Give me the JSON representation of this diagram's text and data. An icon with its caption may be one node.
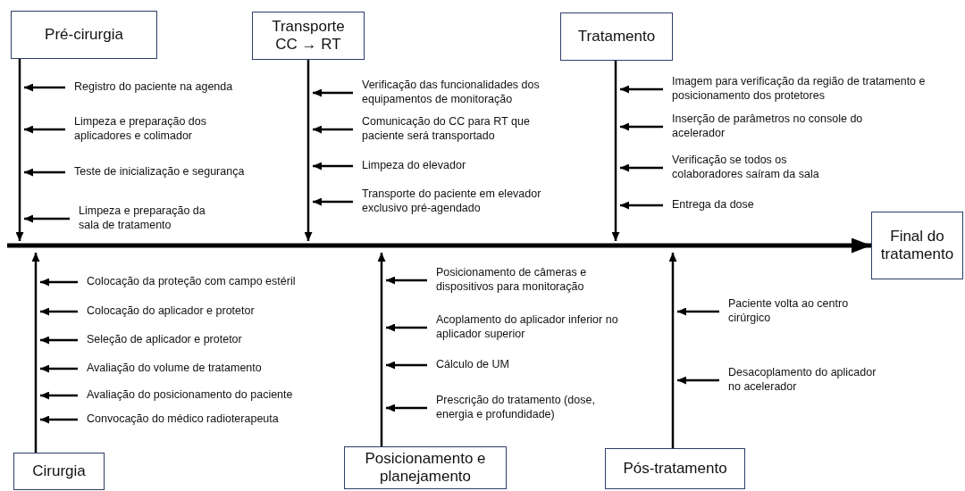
{
  "diagram": {
    "nodes": [
      {
        "text": [
          "Pré-cirurgia"
        ]
      },
      {
        "text": [
          "Transporte CC → RT"
        ]
      },
      {
        "text": [
          "Tratamento"
        ]
      },
      {
        "text": [
          "Final do tratamento"
        ]
      },
      {
        "text": [
          "Cirurgia"
        ]
      },
      {
        "text": [
          "Posicionamento e planejamento"
        ]
      },
      {
        "text": [
          "Pós-tratamento"
        ]
      },
      {
        "text": [
          "Registro do paciente na agenda"
        ]
      },
      {
        "text": [
          "Limpeza e preparação dos aplicadores e colimador"
        ]
      },
      {
        "text": [
          "Teste de inicialização e segurança"
        ]
      },
      {
        "text": [
          "Limpeza e preparação da sala de tratamento"
        ]
      },
      {
        "text": [
          "Verificação das funcionalidades dos equipamentos de monitoração"
        ]
      },
      {
        "text": [
          "Comunicação do CC para RT que paciente será transportado"
        ]
      },
      {
        "text": [
          "Limpeza do elevador"
        ]
      },
      {
        "text": [
          "Transporte do paciente em elevador exclusivo pré-agendado"
        ]
      },
      {
        "text": [
          "Imagem para verificação da região de tratamento e posicionamento dos protetores"
        ]
      },
      {
        "text": [
          "Inserção de parâmetros no console do acelerador"
        ]
      },
      {
        "text": [
          "Verificação se todos os colaboradores saíram da sala"
        ]
      },
      {
        "text": [
          "Entrega da dose"
        ]
      },
      {
        "text": [
          "Colocação da proteção com campo estéril"
        ]
      },
      {
        "text": [
          "Colocação do aplicador e protetor"
        ]
      },
      {
        "text": [
          "Seleção de aplicador e protetor"
        ]
      },
      {
        "text": [
          "Avaliação do volume de tratamento"
        ]
      },
      {
        "text": [
          "Avaliação do posicionamento do paciente"
        ]
      },
      {
        "text": [
          "Convocação do médico radioterapeuta"
        ]
      },
      {
        "text": [
          "Posicionamento de câmeras e dispositivos para monitoração"
        ]
      },
      {
        "text": [
          "Acoplamento do aplicador inferior no aplicador superior"
        ]
      },
      {
        "text": [
          "Cálculo de UM"
        ]
      },
      {
        "text": [
          "Prescrição do tratamento (dose, energia e profundidade)"
        ]
      },
      {
        "text": [
          "Paciente volta ao centro cirúrgico"
        ]
      },
      {
        "text": [
          "Desacoplamento do aplicador no acelerador"
        ]
      }
    ],
    "edges": [
      {
        "from": null,
        "to": 3,
        "arrow": "to",
        "style": "thick"
      },
      {
        "from": 0,
        "to": null,
        "arrow": "to"
      },
      {
        "from": 1,
        "to": null,
        "arrow": "to"
      },
      {
        "from": 2,
        "to": null,
        "arrow": "to"
      },
      {
        "from": 4,
        "to": null,
        "arrow": "to"
      },
      {
        "from": 5,
        "to": null,
        "arrow": "to"
      },
      {
        "from": 6,
        "to": null,
        "arrow": "to"
      },
      {
        "from": 7,
        "to": null,
        "arrow": "to"
      },
      {
        "from": 8,
        "to": null,
        "arrow": "to"
      },
      {
        "from": 9,
        "to": null,
        "arrow": "to"
      },
      {
        "from": 10,
        "to": null,
        "arrow": "to"
      },
      {
        "from": 11,
        "to": null,
        "arrow": "to"
      },
      {
        "from": 12,
        "to": null,
        "arrow": "to"
      },
      {
        "from": 13,
        "to": null,
        "arrow": "to"
      },
      {
        "from": 14,
        "to": null,
        "arrow": "to"
      },
      {
        "from": 15,
        "to": null,
        "arrow": "to"
      },
      {
        "from": 16,
        "to": null,
        "arrow": "to"
      },
      {
        "from": 17,
        "to": null,
        "arrow": "to"
      },
      {
        "from": 18,
        "to": null,
        "arrow": "to"
      },
      {
        "from": 19,
        "to": null,
        "arrow": "to"
      },
      {
        "from": 20,
        "to": null,
        "arrow": "to"
      },
      {
        "from": 21,
        "to": null,
        "arrow": "to"
      },
      {
        "from": 22,
        "to": null,
        "arrow": "to"
      },
      {
        "from": 23,
        "to": null,
        "arrow": "to"
      },
      {
        "from": 24,
        "to": null,
        "arrow": "to"
      },
      {
        "from": 25,
        "to": null,
        "arrow": "to"
      },
      {
        "from": 26,
        "to": null,
        "arrow": "to"
      },
      {
        "from": 27,
        "to": null,
        "arrow": "to"
      },
      {
        "from": 28,
        "to": null,
        "arrow": "to"
      },
      {
        "from": 29,
        "to": null,
        "arrow": "to"
      },
      {
        "from": 30,
        "to": null,
        "arrow": "to"
      }
    ]
  }
}
